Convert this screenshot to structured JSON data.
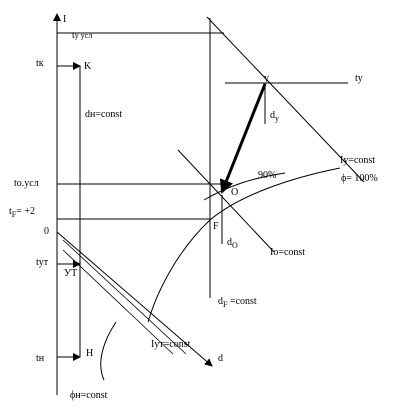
{
  "labels": {
    "i_axis": "I",
    "t_y_usl": "t",
    "t_y_usl_sub": "у усл",
    "t_k": "tк",
    "point_k": "K",
    "d_n_const": "dн=const",
    "t_y_right": "ty",
    "point_y": "y",
    "d_y": "d",
    "d_y_sub": "y",
    "i_y_const": "Iy=const",
    "t_o_usl": "to.усл",
    "pct_90": "90%",
    "phi_100": "ϕ= 100%",
    "t_f": "t",
    "t_f_sub": "F",
    "t_f_val": "= +2",
    "point_o": "O",
    "point_f": "F",
    "zero": "0",
    "d_o": "d",
    "d_o_sub": "O",
    "i_o_const": "Io=const",
    "t_yt": "tут",
    "point_yt": "УТ",
    "d_f": "d",
    "d_f_sub": "F",
    "d_f_const": " =const",
    "i_yt_const": "Iут=const",
    "d_axis": "d",
    "t_n": "tн",
    "point_n": "Н",
    "phi_n_const": "ϕн=const"
  }
}
